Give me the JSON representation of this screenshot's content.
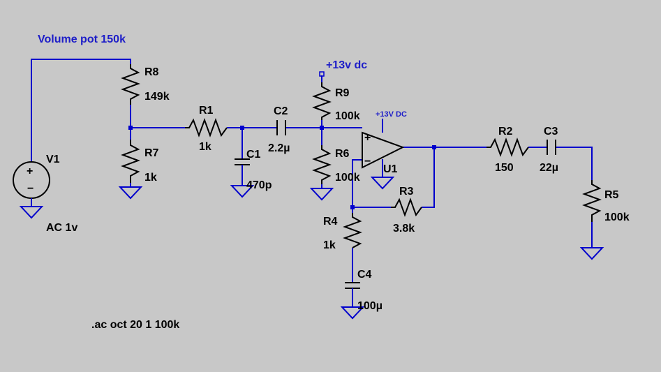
{
  "labels": {
    "volume_pot": "Volume pot 150k",
    "supply": "+13v dc",
    "opamp_supply": "+13V DC",
    "v1_name": "V1",
    "v1_value": "AC 1v",
    "r8_name": "R8",
    "r8_value": "149k",
    "r7_name": "R7",
    "r7_value": "1k",
    "r1_name": "R1",
    "r1_value": "1k",
    "c1_name": "C1",
    "c1_value": "470p",
    "c2_name": "C2",
    "c2_value": "2.2µ",
    "r9_name": "R9",
    "r9_value": "100k",
    "r6_name": "R6",
    "r6_value": "100k",
    "u1_name": "U1",
    "r3_name": "R3",
    "r3_value": "3.8k",
    "r4_name": "R4",
    "r4_value": "1k",
    "c4_name": "C4",
    "c4_value": "100µ",
    "r2_name": "R2",
    "r2_value": "150",
    "c3_name": "C3",
    "c3_value": "22µ",
    "r5_name": "R5",
    "r5_value": "100k",
    "sim_directive": ".ac oct 20 1 100k",
    "plus_sign": "+",
    "minus_sign": "−"
  },
  "colors": {
    "wire": "#0000cc",
    "component": "#000000",
    "background": "#c8c8c8",
    "label_accent": "#1d1dc8"
  }
}
